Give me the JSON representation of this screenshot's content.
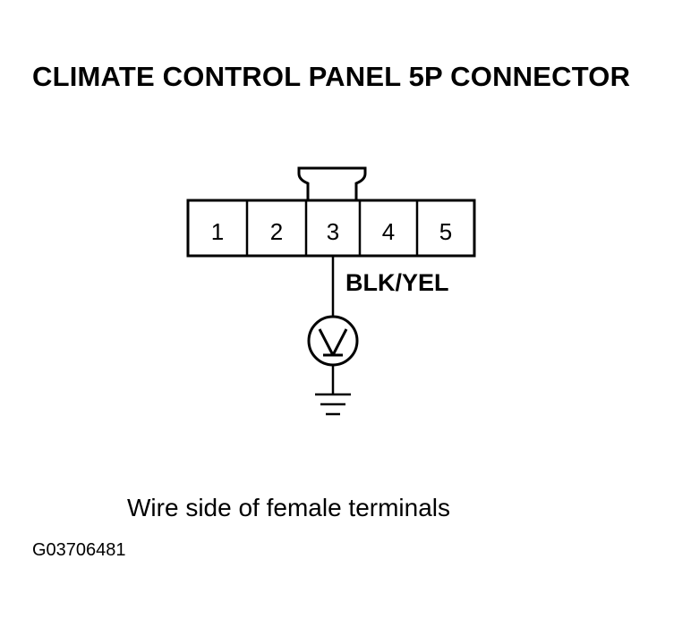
{
  "title": "CLIMATE CONTROL PANEL 5P CONNECTOR",
  "connector": {
    "terminals": [
      "1",
      "2",
      "3",
      "4",
      "5"
    ],
    "measured_terminal": "3"
  },
  "wire_color": "BLK/YEL",
  "meter_icon": "voltmeter-icon",
  "ground_icon": "ground-icon",
  "caption": "Wire side of female terminals",
  "figure_id": "G03706481"
}
